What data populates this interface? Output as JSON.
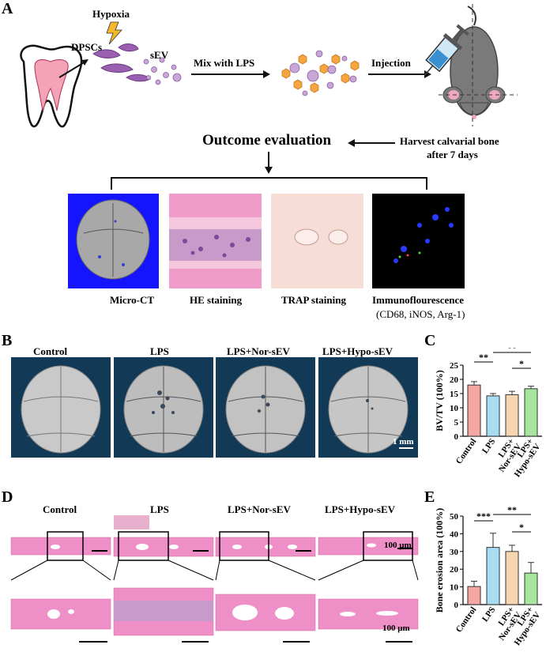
{
  "panels": {
    "a": "A",
    "b": "B",
    "c": "C",
    "d": "D",
    "e": "E"
  },
  "schematic": {
    "hypoxia": "Hypoxia",
    "dpscs": "DPSCs",
    "sev": "sEV",
    "mix": "Mix with LPS",
    "injection": "Injection",
    "outcome": "Outcome evaluation",
    "harvest_1": "Harvest calvarial bone",
    "harvest_2": "after 7 days",
    "methods": [
      "Micro-CT",
      "HE staining",
      "TRAP staining",
      "Immunoflourescence"
    ],
    "if_sub": "(CD68, iNOS, Arg-1)"
  },
  "groups_b": [
    "Control",
    "LPS",
    "LPS+Nor-sEV",
    "LPS+Hypo-sEV"
  ],
  "scalebar_b": "1 mm",
  "groups_d": [
    "Control",
    "LPS",
    "LPS+Nor-sEV",
    "LPS+Hypo-sEV"
  ],
  "scalebar_d1": "100 μm",
  "scalebar_d2": "100 μm",
  "colors": {
    "control": "#f4a7a3",
    "lps": "#a8dcf2",
    "nor": "#f7d5b0",
    "hypo": "#a8e6a0",
    "skull_bg": "#123a56",
    "he_pink": "#ef8fc8"
  },
  "chart_data": [
    {
      "type": "bar",
      "panel": "C",
      "categories": [
        "Control",
        "LPS",
        "LPS+\nNor-sEV",
        "LPS+\nHypo-sEV"
      ],
      "values": [
        18.0,
        14.2,
        14.6,
        16.7
      ],
      "errors": [
        1.2,
        0.8,
        1.2,
        0.9
      ],
      "ylabel": "BV/TV (100%)",
      "ylim": [
        0,
        25
      ],
      "yticks": [
        0,
        5,
        10,
        15,
        20,
        25
      ],
      "significance": [
        {
          "from": 0,
          "to": 1,
          "label": "**"
        },
        {
          "from": 1,
          "to": 3,
          "label": "**"
        },
        {
          "from": 2,
          "to": 3,
          "label": "*"
        }
      ]
    },
    {
      "type": "bar",
      "panel": "E",
      "categories": [
        "Control",
        "LPS",
        "LPS+\nNor-sEV",
        "LPS+\nHypo-sEV"
      ],
      "values": [
        10.2,
        32.3,
        30.0,
        17.8
      ],
      "errors": [
        3.0,
        8.0,
        3.5,
        6.0
      ],
      "ylabel": "Bone erosion area (100%)",
      "ylim": [
        0,
        50
      ],
      "yticks": [
        0,
        10,
        20,
        30,
        40,
        50
      ],
      "significance": [
        {
          "from": 0,
          "to": 1,
          "label": "***"
        },
        {
          "from": 1,
          "to": 3,
          "label": "**"
        },
        {
          "from": 2,
          "to": 3,
          "label": "*"
        }
      ]
    }
  ]
}
